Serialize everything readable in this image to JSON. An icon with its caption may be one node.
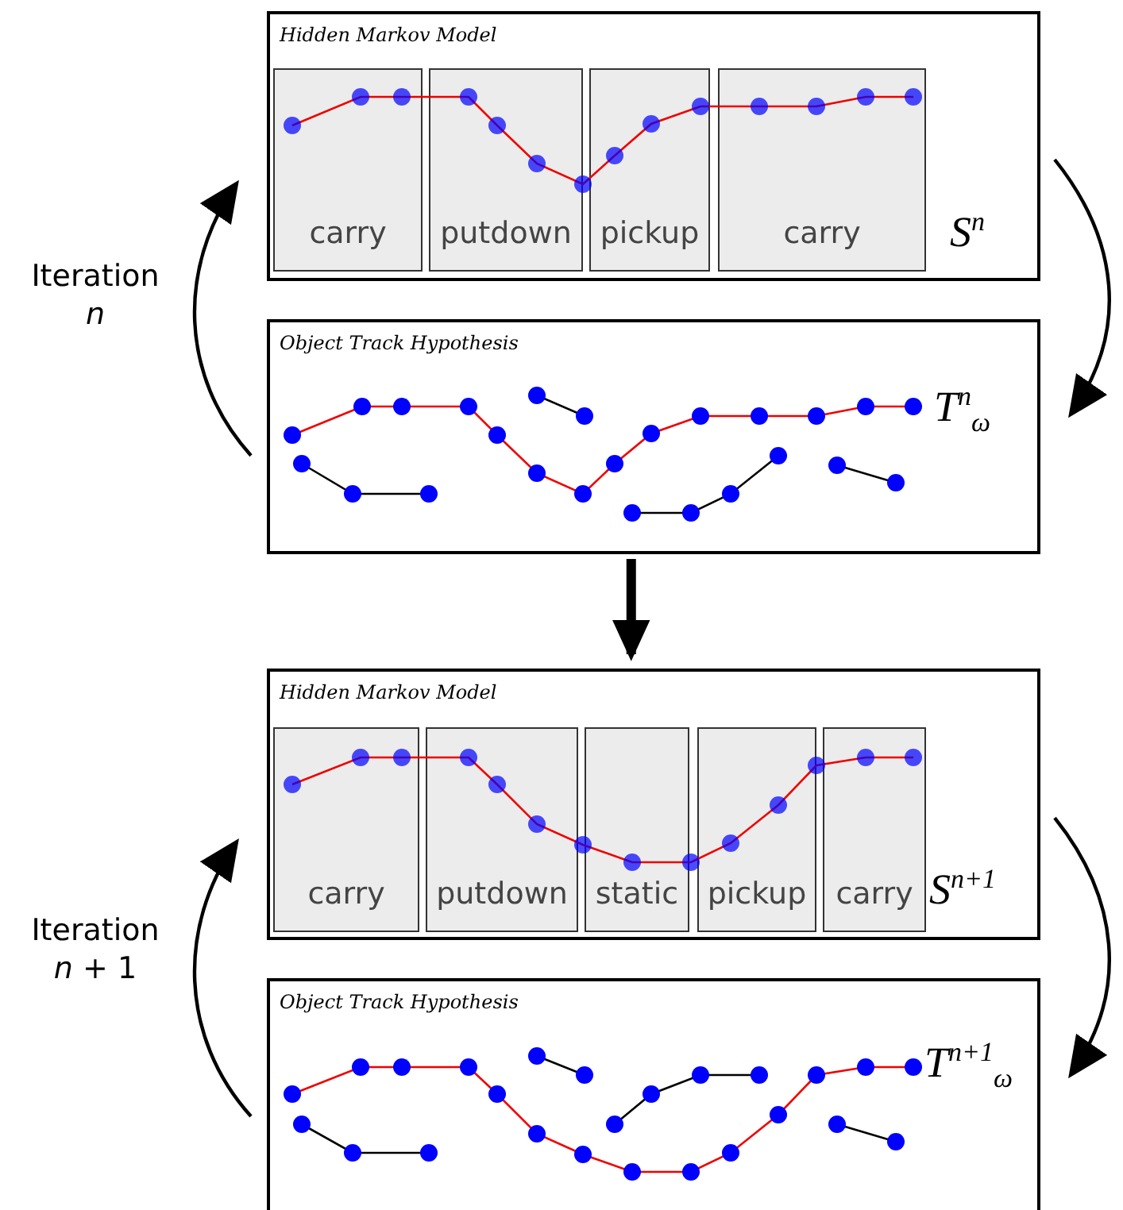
{
  "diagram": {
    "nodes": [
      {
        "text": [
          "Hidden Markov Model",
          "S$^{n}$"
        ]
      },
      {
        "text": [
          "carry"
        ],
        "in": 0
      },
      {
        "text": [
          "putdown"
        ],
        "in": 0
      },
      {
        "text": [
          "pickup"
        ],
        "in": 0
      },
      {
        "text": [
          "carry"
        ],
        "in": 0
      },
      {
        "text": [
          "Object Track Hypothesis",
          "T$^{n}$$_{ω}$"
        ]
      },
      {
        "text": [
          "Hidden Markov Model",
          "S$^{n+1}$"
        ]
      },
      {
        "text": [
          "carry"
        ],
        "in": 6
      },
      {
        "text": [
          "putdown"
        ],
        "in": 6
      },
      {
        "text": [
          "static"
        ],
        "in": 6
      },
      {
        "text": [
          "pickup"
        ],
        "in": 6
      },
      {
        "text": [
          "carry"
        ],
        "in": 6
      },
      {
        "text": [
          "Object Track Hypothesis",
          "T$^{n+1}$$_{ω}$"
        ]
      }
    ],
    "edges": [
      {
        "from": 5,
        "to": 0,
        "arrow": "to"
      },
      {
        "from": 0,
        "to": 5,
        "arrow": "to"
      },
      {
        "from": 5,
        "to": 6,
        "arrow": "to",
        "style": "thick"
      },
      {
        "from": 12,
        "to": 6,
        "arrow": "to"
      },
      {
        "from": 6,
        "to": 12,
        "arrow": "to"
      }
    ],
    "labels": [
      "Iteration *n*",
      "Iteration *n* + 1"
    ]
  }
}
